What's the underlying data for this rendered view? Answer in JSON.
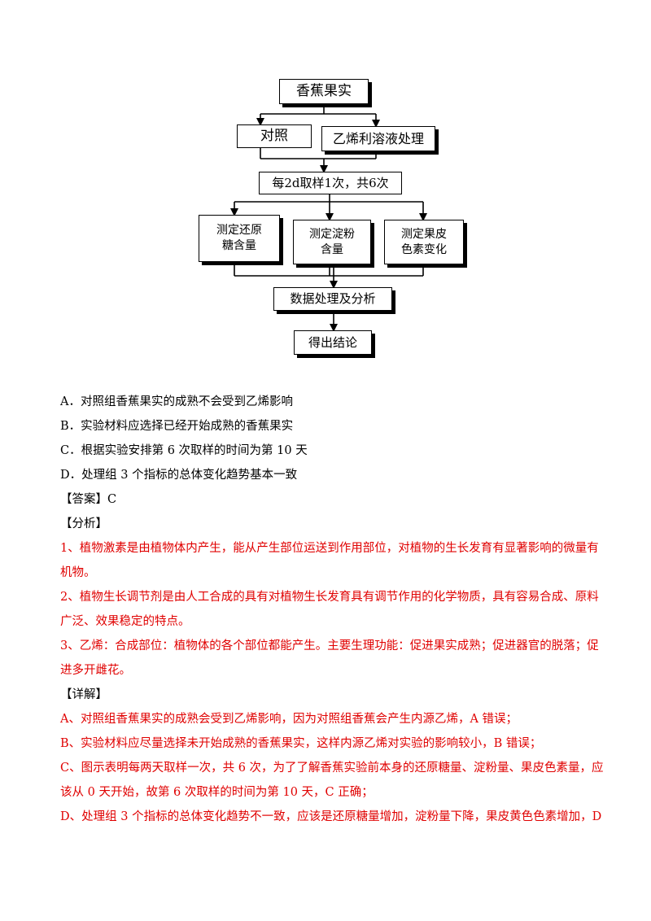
{
  "flowchart": {
    "top": "香蕉果实",
    "control": "对照",
    "treatment": "乙烯利溶液处理",
    "sampling": "每2d取样1次，共6次",
    "measures": [
      [
        "测定还原",
        "糖含量"
      ],
      [
        "测定淀粉",
        "含量"
      ],
      [
        "测定果皮",
        "色素变化"
      ]
    ],
    "analysis": "数据处理及分析",
    "conclusion": "得出结论"
  },
  "options": [
    "A．对照组香蕉果实的成熟不会受到乙烯影响",
    "B．实验材料应选择已经开始成熟的香蕉果实",
    "C．根据实验安排第 6 次取样的时间为第 10 天",
    "D．处理组 3 个指标的总体变化趋势基本一致"
  ],
  "answer": {
    "label": "【答案】",
    "value": "C"
  },
  "analysis": {
    "label": "【分析】",
    "points": [
      [
        "1、植物激素是由植物体内产生，能从产生部位运送到作用部位，对植物的生长发育有显著影响的微量有",
        "机物。"
      ],
      [
        "2、植物生长调节剂是由人工合成的具有对植物生长发育具有调节作用的化学物质，具有容易合成、原料",
        "广泛、效果稳定的特点。"
      ],
      [
        "3、乙烯：合成部位：植物体的各个部位都能产生。主要生理功能：促进果实成熟；促进器官的脱落；促",
        "进多开雌花。"
      ]
    ]
  },
  "detail": {
    "label": "【详解】",
    "lines": [
      "A、对照组香蕉果实的成熟会受到乙烯影响，因为对照组香蕉会产生内源乙烯，A 错误；",
      "B、实验材料应尽量选择未开始成熟的香蕉果实，这样内源乙烯对实验的影响较小，B 错误；",
      "C、图示表明每两天取样一次，共 6 次，为了了解香蕉实验前本身的还原糖量、淀粉量、果皮色素量，应",
      "该从 0 天开始，故第 6 次取样的时间为第 10 天，C 正确；",
      "D、处理组 3 个指标的总体变化趋势不一致，应该是还原糖量增加，淀粉量下降，果皮黄色色素增加，D"
    ]
  }
}
